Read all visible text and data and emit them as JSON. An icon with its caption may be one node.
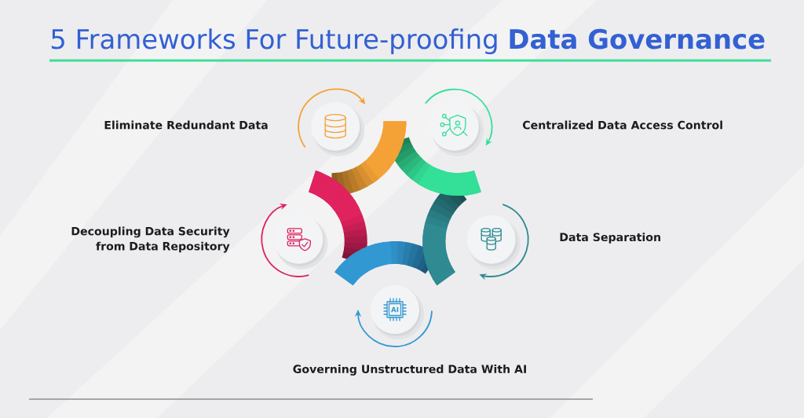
{
  "diagram": {
    "title": "5 Frameworks For Future-proofing **Data Governance**",
    "nodes": [
      {
        "text": [],
        "shape": "circle",
        "beside": [
          "Eliminate Redundant Data"
        ]
      },
      {
        "text": [],
        "shape": "circle",
        "beside": [
          "Centralized Data Access Control"
        ]
      },
      {
        "text": [],
        "shape": "circle",
        "beside": [
          "Decoupling Data Security from Data Repository"
        ]
      },
      {
        "text": [],
        "shape": "circle",
        "beside": [
          "Data Separation"
        ]
      },
      {
        "text": [
          "AI"
        ],
        "beside": [
          "Governing Unstructured Data With AI"
        ]
      }
    ]
  }
}
